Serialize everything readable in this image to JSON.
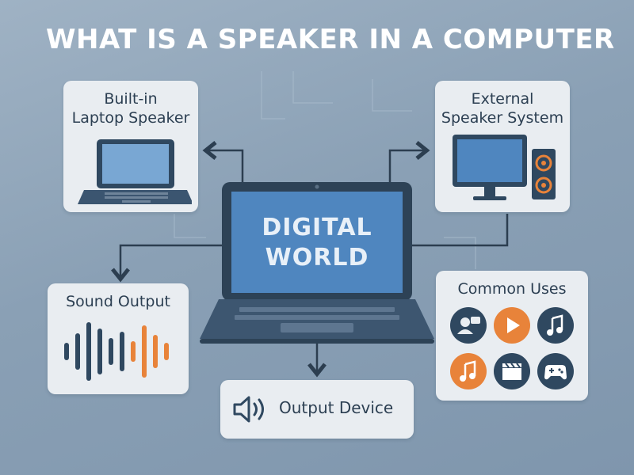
{
  "title": "WHAT IS A SPEAKER IN A COMPUTER",
  "center": {
    "line1": "DIGITAL",
    "line2": "WORLD"
  },
  "cards": {
    "builtin": {
      "line1": "Built-in",
      "line2": "Laptop Speaker"
    },
    "external": {
      "line1": "External",
      "line2": "Speaker System"
    },
    "sound_output": {
      "label": "Sound Output"
    },
    "common_uses": {
      "label": "Common Uses",
      "icons": [
        "user-chat-icon",
        "play-icon",
        "music-note-icon",
        "music-note-icon",
        "clapperboard-icon",
        "gamepad-icon"
      ]
    },
    "output_device": {
      "label": "Output Device",
      "icon": "speaker-icon"
    }
  },
  "colors": {
    "background": "#8aa0b5",
    "card": "#e9edf1",
    "navy": "#2f4860",
    "orange": "#e8833a",
    "screen_blue": "#4f86bf",
    "wire": "#2c3e50"
  }
}
